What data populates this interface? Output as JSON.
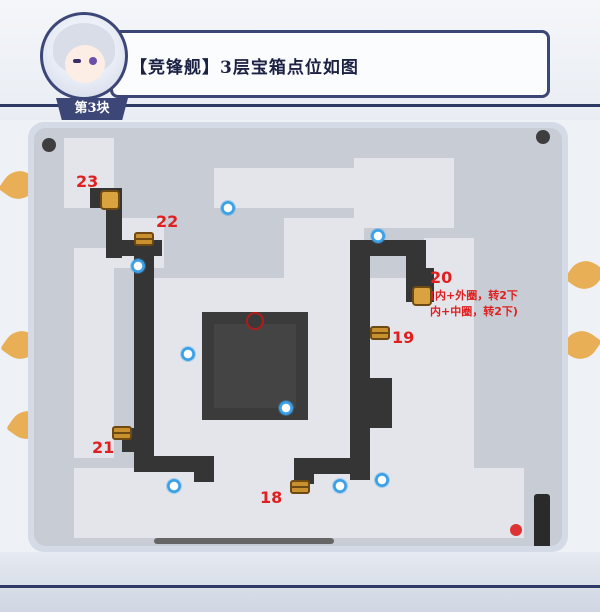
{
  "header": {
    "title": "【竞锋舰】3层宝箱点位如图",
    "tag": "第3块"
  },
  "map": {
    "chest_labels": [
      "23",
      "22",
      "21",
      "20",
      "19",
      "18"
    ],
    "note_line1": "(内+外圈，转2下",
    "note_line2": "内+中圈，转2下)"
  },
  "colors": {
    "frame": "#3c4777",
    "label_red": "#e02020",
    "corridor": "#353535",
    "waypoint_blue": "#3aa0e8",
    "chest_gold": "#c8902e"
  }
}
